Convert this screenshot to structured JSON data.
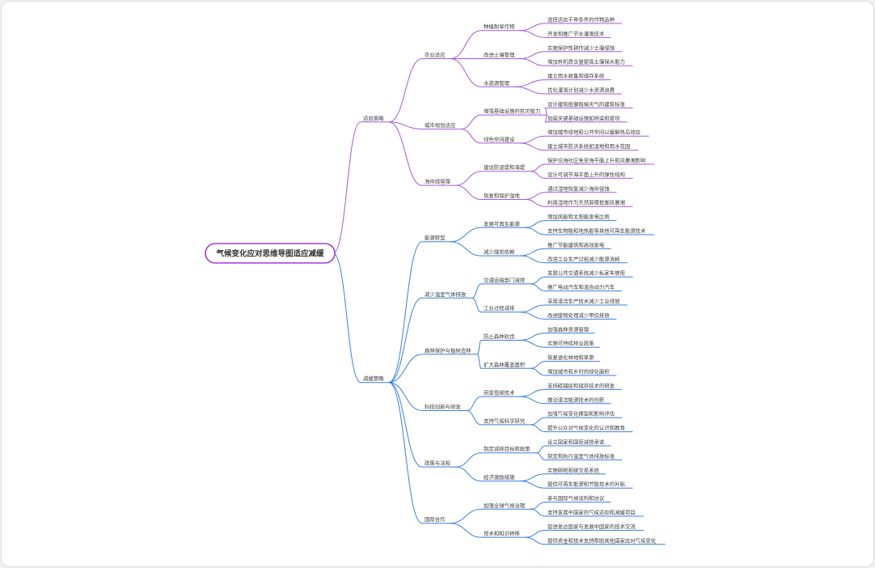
{
  "colors": {
    "adapt": "#a15bd8",
    "mitigate": "#3a7fe0",
    "root_border": "#a53bd6"
  },
  "mindmap": {
    "root": "气候变化应对思维导图适应减缓",
    "branches": [
      {
        "label": "适应策略",
        "children": [
          {
            "label": "农业适应",
            "children": [
              {
                "label": "种植耐旱作物",
                "children": [
                  "选择适应干旱条件的作物品种",
                  "开发和推广节水灌溉技术"
                ]
              },
              {
                "label": "改进土壤管理",
                "children": [
                  "实施保护性耕作减少土壤侵蚀",
                  "增加有机质含量提高土壤保水能力"
                ]
              },
              {
                "label": "水资源管理",
                "children": [
                  "建立雨水收集和储存系统",
                  "优化灌溉计划减少水资源浪费"
                ]
              }
            ]
          },
          {
            "label": "城市规划适应",
            "children": [
              {
                "label": "增强基础设施的抗灾能力",
                "children": [
                  "设计建筑抵御极端天气的建筑标准",
                  "加固关键基础设施如桥梁和堤坝"
                ]
              },
              {
                "label": "绿色空间建设",
                "children": [
                  "增加城市绿地和公共空间以缓解热岛效应",
                  "建立城市防洪系统如湿地和雨水花园"
                ]
              }
            ]
          },
          {
            "label": "海岸线管理",
            "children": [
              {
                "label": "建设防波堤和海堤",
                "children": [
                  "保护沿海社区免受海平面上升和风暴潮影响",
                  "设计可调节海平面上升的弹性结构"
                ]
              },
              {
                "label": "恢复和保护湿地",
                "children": [
                  "通过湿地恢复减少海岸侵蚀",
                  "利用湿地作为天然屏障抵御风暴潮"
                ]
              }
            ]
          }
        ]
      },
      {
        "label": "减缓策略",
        "children": [
          {
            "label": "能源转型",
            "children": [
              {
                "label": "发展可再生能源",
                "children": [
                  "增加风能和太阳能发电比例",
                  "支持生物能和地热能等其他可再生能源技术"
                ]
              },
              {
                "label": "减少煤炭依赖",
                "children": [
                  "推广节能建筑和高效家电",
                  "改进工业生产过程减少能源消耗"
                ]
              }
            ]
          },
          {
            "label": "减少温室气体排放",
            "children": [
              {
                "label": "交通运输部门减排",
                "children": [
                  "发展公共交通系统减少私家车使用",
                  "推广电动汽车和混合动力汽车"
                ]
              },
              {
                "label": "工业过程减排",
                "children": [
                  "采用清洁生产技术减少工业排放",
                  "改进废物处理减少甲烷排放"
                ]
              }
            ]
          },
          {
            "label": "森林保护与植树造林",
            "children": [
              {
                "label": "防止森林砍伐",
                "children": [
                  "加强森林资源管理",
                  "实施可持续林业政策"
                ]
              },
              {
                "label": "扩大森林覆盖面积",
                "children": [
                  "恢复退化林地和草原",
                  "增加城市和乡村的绿化面积"
                ]
              }
            ]
          },
          {
            "label": "科技创新与研发",
            "children": [
              {
                "label": "研发低碳技术",
                "children": [
                  "支持碳捕捉和储存技术的研发",
                  "推动清洁能源技术的创新"
                ]
              },
              {
                "label": "支持气候科学研究",
                "children": [
                  "加强气候变化模型和影响评估",
                  "提升公众对气候变化的认识和教育"
                ]
              }
            ]
          },
          {
            "label": "政策与法规",
            "children": [
              {
                "label": "制定减排目标和政策",
                "children": [
                  "设立国家和国际减排承诺",
                  "制定和执行温室气体排放标准"
                ]
              },
              {
                "label": "经济激励措施",
                "children": [
                  "实施碳税和碳交易系统",
                  "提供可再生能源和节能技术的补贴"
                ]
              }
            ]
          },
          {
            "label": "国际合作",
            "children": [
              {
                "label": "加强全球气候治理",
                "children": [
                  "参与国际气候谈判和协议",
                  "支持发展中国家的气候适应和减缓项目"
                ]
              },
              {
                "label": "技术和知识转移",
                "children": [
                  "促进发达国家与发展中国家的技术交流",
                  "提供资金和技术支持帮助其他国家应对气候变化"
                ]
              }
            ]
          }
        ]
      }
    ]
  }
}
